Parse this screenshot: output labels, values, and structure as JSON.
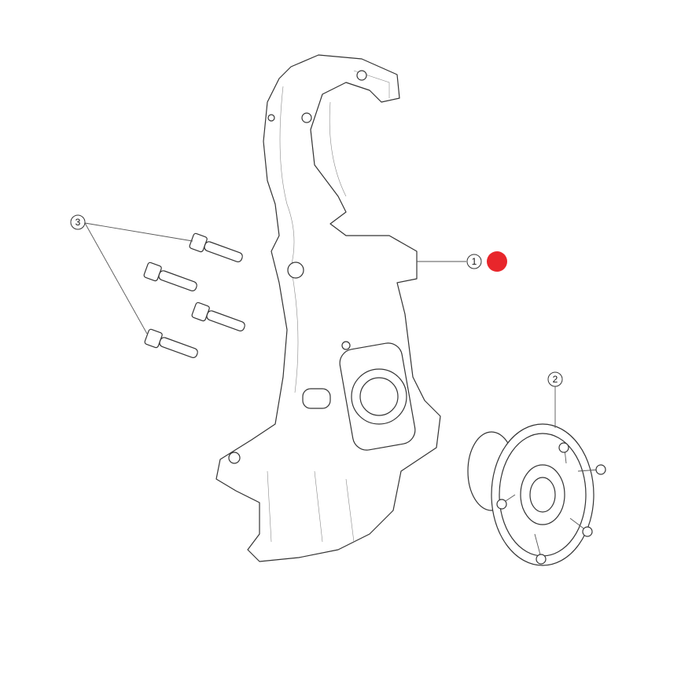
{
  "callouts": {
    "knuckle": "1",
    "hub": "2",
    "bolts": "3"
  },
  "colors": {
    "marker": "#e8262b",
    "line": "#333333"
  }
}
